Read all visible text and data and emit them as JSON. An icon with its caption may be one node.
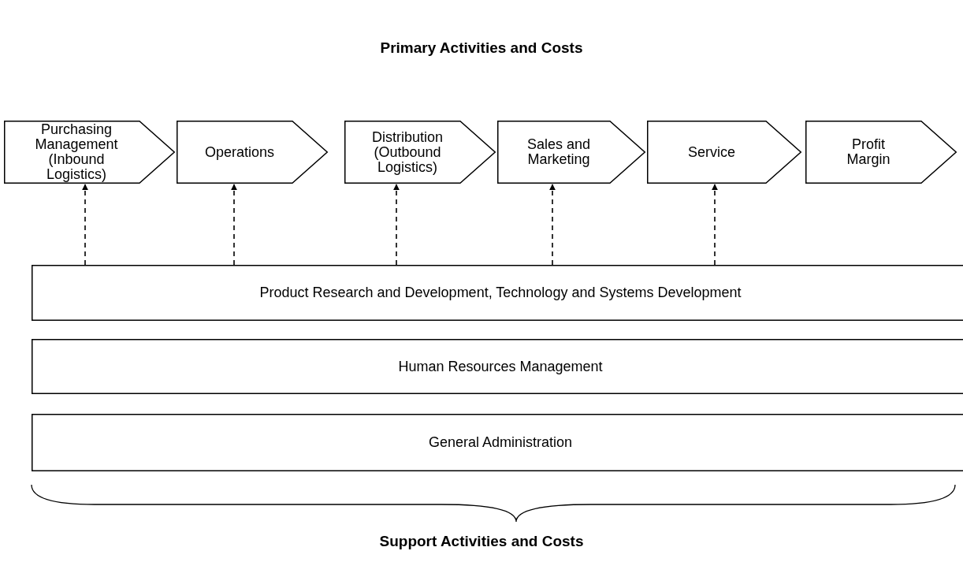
{
  "diagram": {
    "title": "Primary Activities and Costs",
    "caption": "Support Activities and Costs",
    "nodes": [
      {
        "text": [
          "Purchasing Management (Inbound Logistics)"
        ]
      },
      {
        "text": [
          "Operations"
        ]
      },
      {
        "text": [
          "Distribution (Outbound Logistics)"
        ]
      },
      {
        "text": [
          "Sales and Marketing"
        ]
      },
      {
        "text": [
          "Service"
        ]
      },
      {
        "text": [
          "Profit Margin"
        ]
      },
      {
        "text": [
          "Product Research and Development, Technology and Systems Development"
        ]
      },
      {
        "text": [
          "Human Resources Management"
        ]
      },
      {
        "text": [
          "General Administration"
        ]
      }
    ],
    "edges": [
      {
        "from": 6,
        "to": 0,
        "arrow": "to",
        "style": "dashed"
      },
      {
        "from": 6,
        "to": 1,
        "arrow": "to",
        "style": "dashed"
      },
      {
        "from": 6,
        "to": 2,
        "arrow": "to",
        "style": "dashed"
      },
      {
        "from": 6,
        "to": 3,
        "arrow": "to",
        "style": "dashed"
      },
      {
        "from": 6,
        "to": 4,
        "arrow": "to",
        "style": "dashed"
      }
    ]
  }
}
